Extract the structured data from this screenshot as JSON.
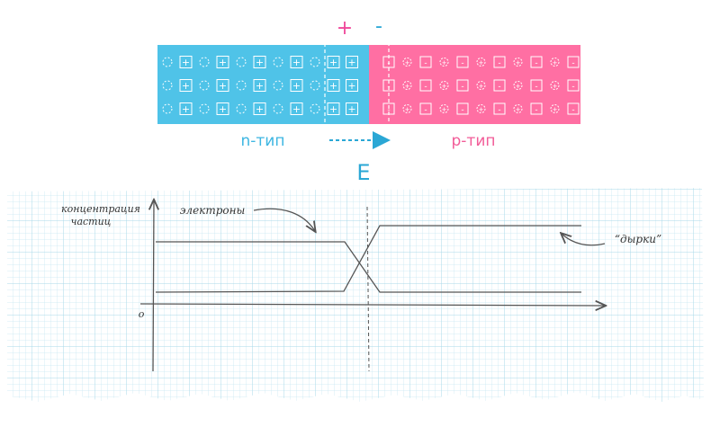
{
  "junction": {
    "plus_sign": "+",
    "minus_sign": "-",
    "n_label": "n-тип",
    "p_label": "p-тип",
    "field_label": "E",
    "colors": {
      "n_region": "#4fc3e8",
      "p_region": "#ff6fa3",
      "plus_accent": "#f0479a",
      "minus_accent": "#2aa7d5",
      "field_arrow": "#2aa7d5"
    },
    "cell_symbols": {
      "donor_ion": "+",
      "acceptor_ion": "-"
    }
  },
  "graph": {
    "ylabel_line1": "концентрация",
    "ylabel_line2": "частиц",
    "origin_label": "o",
    "electrons_label": "электроны",
    "holes_label": "“дырки”",
    "paper_grid_color": "#bfe3f0"
  }
}
